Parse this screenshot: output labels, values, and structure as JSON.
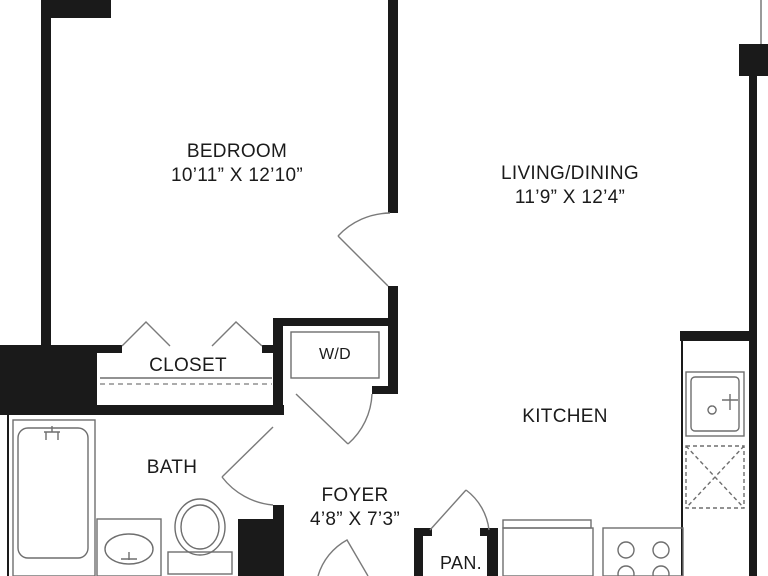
{
  "rooms": {
    "bedroom": {
      "name": "BEDROOM",
      "dims": "10’11” X 12’10”"
    },
    "living": {
      "name": "LIVING/DINING",
      "dims": "11’9” X 12’4”"
    },
    "closet": {
      "name": "CLOSET"
    },
    "wd": {
      "name": "W/D"
    },
    "kitchen": {
      "name": "KITCHEN"
    },
    "bath": {
      "name": "BATH"
    },
    "foyer": {
      "name": "FOYER",
      "dims": "4’8” X 7’3”"
    },
    "pantry": {
      "name": "PAN."
    }
  },
  "colors": {
    "wall": "#1a1a1a",
    "fixture": "#6e6e6e",
    "background": "#ffffff"
  }
}
